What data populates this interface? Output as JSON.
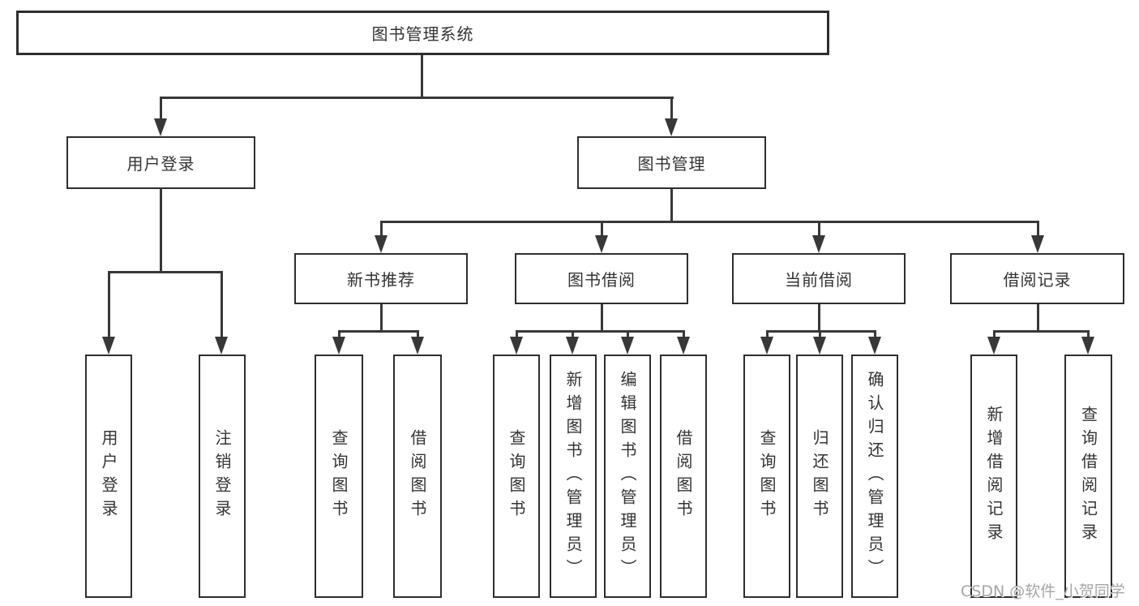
{
  "diagram": {
    "type": "hierarchy-tree",
    "root": {
      "label": "图书管理系统",
      "children": [
        {
          "label": "用户登录",
          "children": [
            {
              "label": "用户登录"
            },
            {
              "label": "注销登录"
            }
          ]
        },
        {
          "label": "图书管理",
          "children": [
            {
              "label": "新书推荐",
              "children": [
                {
                  "label": "查询图书"
                },
                {
                  "label": "借阅图书"
                }
              ]
            },
            {
              "label": "图书借阅",
              "children": [
                {
                  "label": "查询图书"
                },
                {
                  "label": "新增图书（管理员）"
                },
                {
                  "label": "编辑图书（管理员）"
                },
                {
                  "label": "借阅图书"
                }
              ]
            },
            {
              "label": "当前借阅",
              "children": [
                {
                  "label": "查询图书"
                },
                {
                  "label": "归还图书"
                },
                {
                  "label": "确认归还（管理员）"
                }
              ]
            },
            {
              "label": "借阅记录",
              "children": [
                {
                  "label": "新增借阅记录"
                },
                {
                  "label": "查询借阅记录"
                }
              ]
            }
          ]
        }
      ]
    },
    "colors": {
      "line": "#383838",
      "box_border": "#2e2e2e",
      "text": "#333333",
      "background": "#ffffff",
      "watermark": "#a5a5a5"
    }
  },
  "watermark": {
    "text": "CSDN @软件_小贺同学"
  }
}
